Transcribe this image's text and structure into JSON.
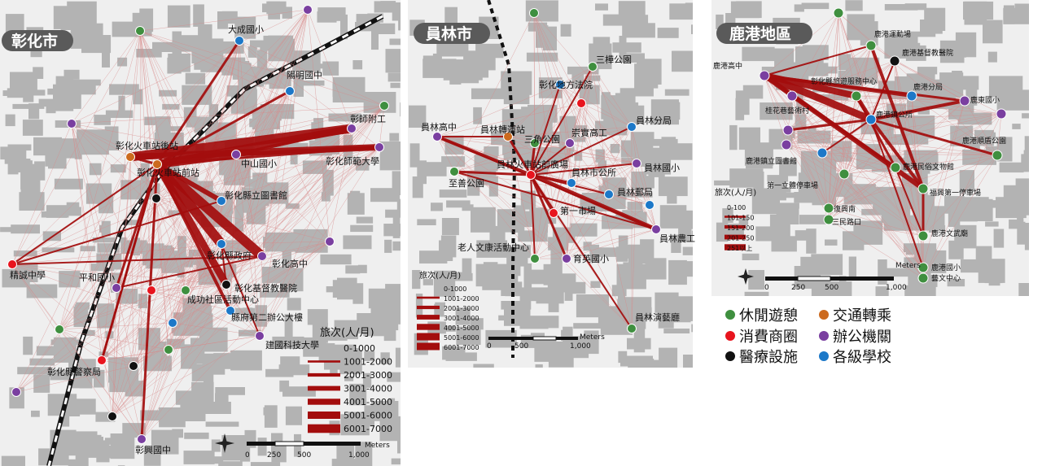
{
  "panels": [
    {
      "id": "changhua",
      "title": "彰化市",
      "legend": {
        "title": "旅次(人/月)",
        "classes": [
          "0-1000",
          "1001-2000",
          "2001-3000",
          "3001-4000",
          "4001-5000",
          "5001-6000",
          "6001-7000"
        ]
      },
      "scale": {
        "unit": "Meters",
        "ticks": [
          "0",
          "250",
          "500",
          "1,000"
        ]
      },
      "places": [
        {
          "label": "大成國小",
          "category": "school"
        },
        {
          "label": "陽明國中",
          "category": "school"
        },
        {
          "label": "彰師附工",
          "category": "office"
        },
        {
          "label": "彰化師範大學",
          "category": "office"
        },
        {
          "label": "中山國小",
          "category": "office"
        },
        {
          "label": "彰化火車站後站",
          "category": "transport"
        },
        {
          "label": "彰化火車站前站",
          "category": "transport"
        },
        {
          "label": "彰化縣立圖書館",
          "category": "school"
        },
        {
          "label": "彰化縣政府",
          "category": "school"
        },
        {
          "label": "彰化高中",
          "category": "office"
        },
        {
          "label": "彰化基督教醫院",
          "category": "medical"
        },
        {
          "label": "成功社區活動中心",
          "category": "leisure"
        },
        {
          "label": "縣府第二辦公大樓",
          "category": "school"
        },
        {
          "label": "建國科技大學",
          "category": "office"
        },
        {
          "label": "平和國小",
          "category": "office"
        },
        {
          "label": "精誠中學",
          "category": "commerce"
        },
        {
          "label": "彰化縣警察局",
          "category": "commerce"
        },
        {
          "label": "彰興國中",
          "category": "office"
        }
      ]
    },
    {
      "id": "yuanlin",
      "title": "員林市",
      "legend": {
        "title": "旅次(人/月)",
        "classes": [
          "0-1000",
          "1001-2000",
          "2001-3000",
          "3001-4000",
          "4001-5000",
          "5001-6000",
          "6001-7000"
        ]
      },
      "scale": {
        "unit": "Meters",
        "ticks": [
          "0",
          "500",
          "1,000"
        ]
      },
      "places": [
        {
          "label": "三樺公園",
          "category": "leisure"
        },
        {
          "label": "彰化地方法院",
          "category": "school"
        },
        {
          "label": "員林高中",
          "category": "office"
        },
        {
          "label": "員林轉運站",
          "category": "transport"
        },
        {
          "label": "三角公園",
          "category": "leisure"
        },
        {
          "label": "崇實高工",
          "category": "office"
        },
        {
          "label": "員林分局",
          "category": "school"
        },
        {
          "label": "員林火車站前廣場",
          "category": "commerce"
        },
        {
          "label": "至善公園",
          "category": "leisure"
        },
        {
          "label": "員林市公所",
          "category": "school"
        },
        {
          "label": "員林國小",
          "category": "office"
        },
        {
          "label": "員林郵局",
          "category": "school"
        },
        {
          "label": "第一市場",
          "category": "commerce"
        },
        {
          "label": "員林農工",
          "category": "office"
        },
        {
          "label": "老人文康活動中心",
          "category": "leisure"
        },
        {
          "label": "育英國小",
          "category": "office"
        },
        {
          "label": "員林演藝廳",
          "category": "leisure"
        }
      ]
    },
    {
      "id": "lukang",
      "title": "鹿港地區",
      "legend": {
        "title": "旅次(人/月)",
        "classes": [
          "0-100",
          "101-150",
          "151-200",
          "201-250",
          "251以上"
        ]
      },
      "scale": {
        "unit": "Meters",
        "ticks": [
          "0",
          "250",
          "500",
          "1,000"
        ]
      },
      "places": [
        {
          "label": "鹿港運動場",
          "category": "leisure"
        },
        {
          "label": "鹿港基督教醫院",
          "category": "medical"
        },
        {
          "label": "鹿港高中",
          "category": "office"
        },
        {
          "label": "彰化縣旅遊服務中心",
          "category": "leisure"
        },
        {
          "label": "鹿港分局",
          "category": "school"
        },
        {
          "label": "鹿東國小",
          "category": "office"
        },
        {
          "label": "桂花巷藝術村",
          "category": "office"
        },
        {
          "label": "鹿港鎮公所",
          "category": "school"
        },
        {
          "label": "鹿港順盾公園",
          "category": "leisure"
        },
        {
          "label": "鹿港鎮立圖書館",
          "category": "school"
        },
        {
          "label": "鹿港民俗文物館",
          "category": "leisure"
        },
        {
          "label": "第一立體停車場",
          "category": "leisure"
        },
        {
          "label": "福興第一停車場",
          "category": "leisure"
        },
        {
          "label": "復興南",
          "category": "leisure"
        },
        {
          "label": "三民路口",
          "category": "leisure"
        },
        {
          "label": "鹿港文武廟",
          "category": "leisure"
        },
        {
          "label": "鹿港國小",
          "category": "leisure"
        },
        {
          "label": "藝文中心",
          "category": "leisure"
        }
      ]
    }
  ],
  "category_legend": [
    {
      "key": "leisure",
      "label": "休閒遊憩",
      "color": "#3f8f3f"
    },
    {
      "key": "transport",
      "label": "交通轉乘",
      "color": "#cc6a1e"
    },
    {
      "key": "commerce",
      "label": "消費商圈",
      "color": "#e8141e"
    },
    {
      "key": "office",
      "label": "辦公機關",
      "color": "#7a3fa0"
    },
    {
      "key": "medical",
      "label": "醫療設施",
      "color": "#111111"
    },
    {
      "key": "school",
      "label": "各級學校",
      "color": "#1c78c8"
    }
  ],
  "colors": {
    "flow": "#a30d0d",
    "flow_light": "#d88a8a",
    "block": "#b3b3b3",
    "title_bg": "#5a5a5a"
  }
}
